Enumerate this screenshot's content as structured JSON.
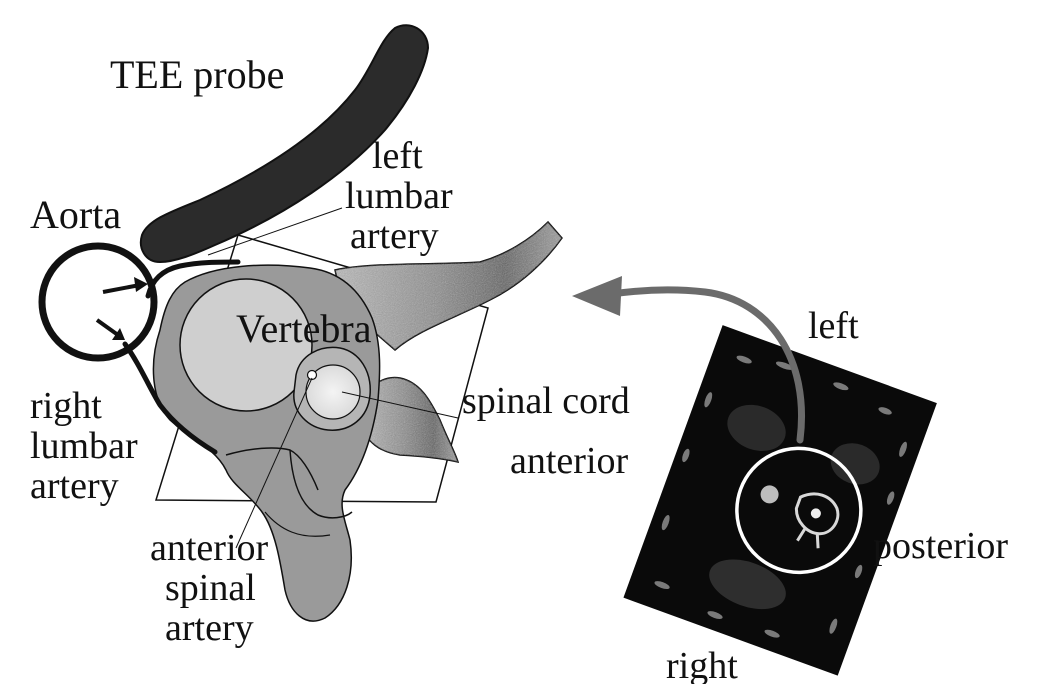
{
  "diagram": {
    "labels": {
      "tee_probe": "TEE probe",
      "aorta": "Aorta",
      "left_lumbar_artery": [
        "left",
        "lumbar",
        "artery"
      ],
      "vertebra": "Vertebra",
      "right_lumbar_artery": [
        "right",
        "lumbar",
        "artery"
      ],
      "anterior_spinal_artery": [
        "anterior",
        "spinal",
        "artery"
      ],
      "spinal_cord": "spinal cord",
      "anterior": "anterior",
      "left": "left",
      "posterior": "posterior",
      "right": "right"
    },
    "colors": {
      "probe": "#2b2b2b",
      "vertebra_body": "#9a9a9a",
      "vertebral_centrum": "#cfcfcf",
      "spinal_canal": "#e8e8e8",
      "outline": "#111111",
      "scan_background": "#0a0a0a",
      "scan_circle": "#ffffff",
      "arrow": "#6b6b6b"
    }
  }
}
